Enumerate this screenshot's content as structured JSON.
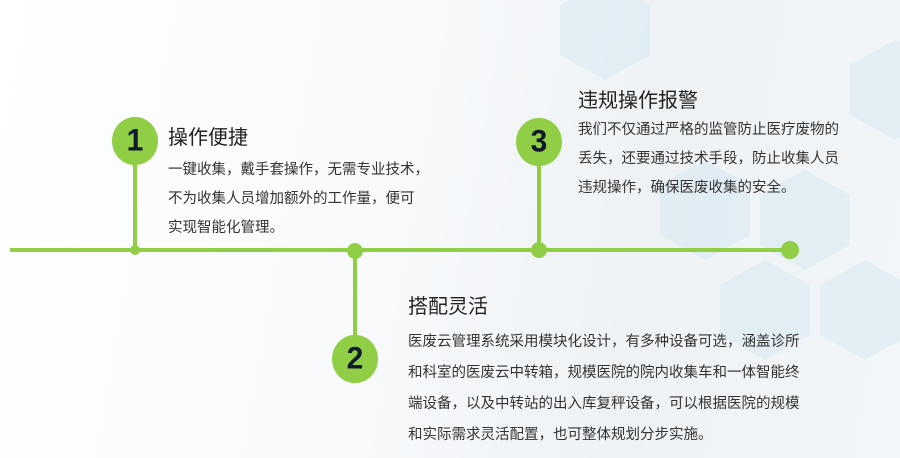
{
  "colors": {
    "accent": "#8fce45",
    "number": "#111a2a"
  },
  "items": [
    {
      "number": "1",
      "title": "操作便捷",
      "lines": [
        "一键收集，戴手套操作，无需专业技术，",
        "不为收集人员增加额外的工作量，便可",
        "实现智能化管理。"
      ]
    },
    {
      "number": "2",
      "title": "搭配灵活",
      "lines": [
        "医废云管理系统采用模块化设计，有多种设备可选，涵盖诊所",
        "和科室的医废云中转箱，规模医院的院内收集车和一体智能终",
        "端设备，以及中转站的出入库复秤设备，可以根据医院的规模",
        "和实际需求灵活配置，也可整体规划分步实施。"
      ]
    },
    {
      "number": "3",
      "title": "违规操作报警",
      "lines": [
        "我们不仅通过严格的监管防止医疗废物的",
        "丢失，还要通过技术手段，防止收集人员",
        "违规操作，确保医废收集的安全。"
      ]
    }
  ]
}
